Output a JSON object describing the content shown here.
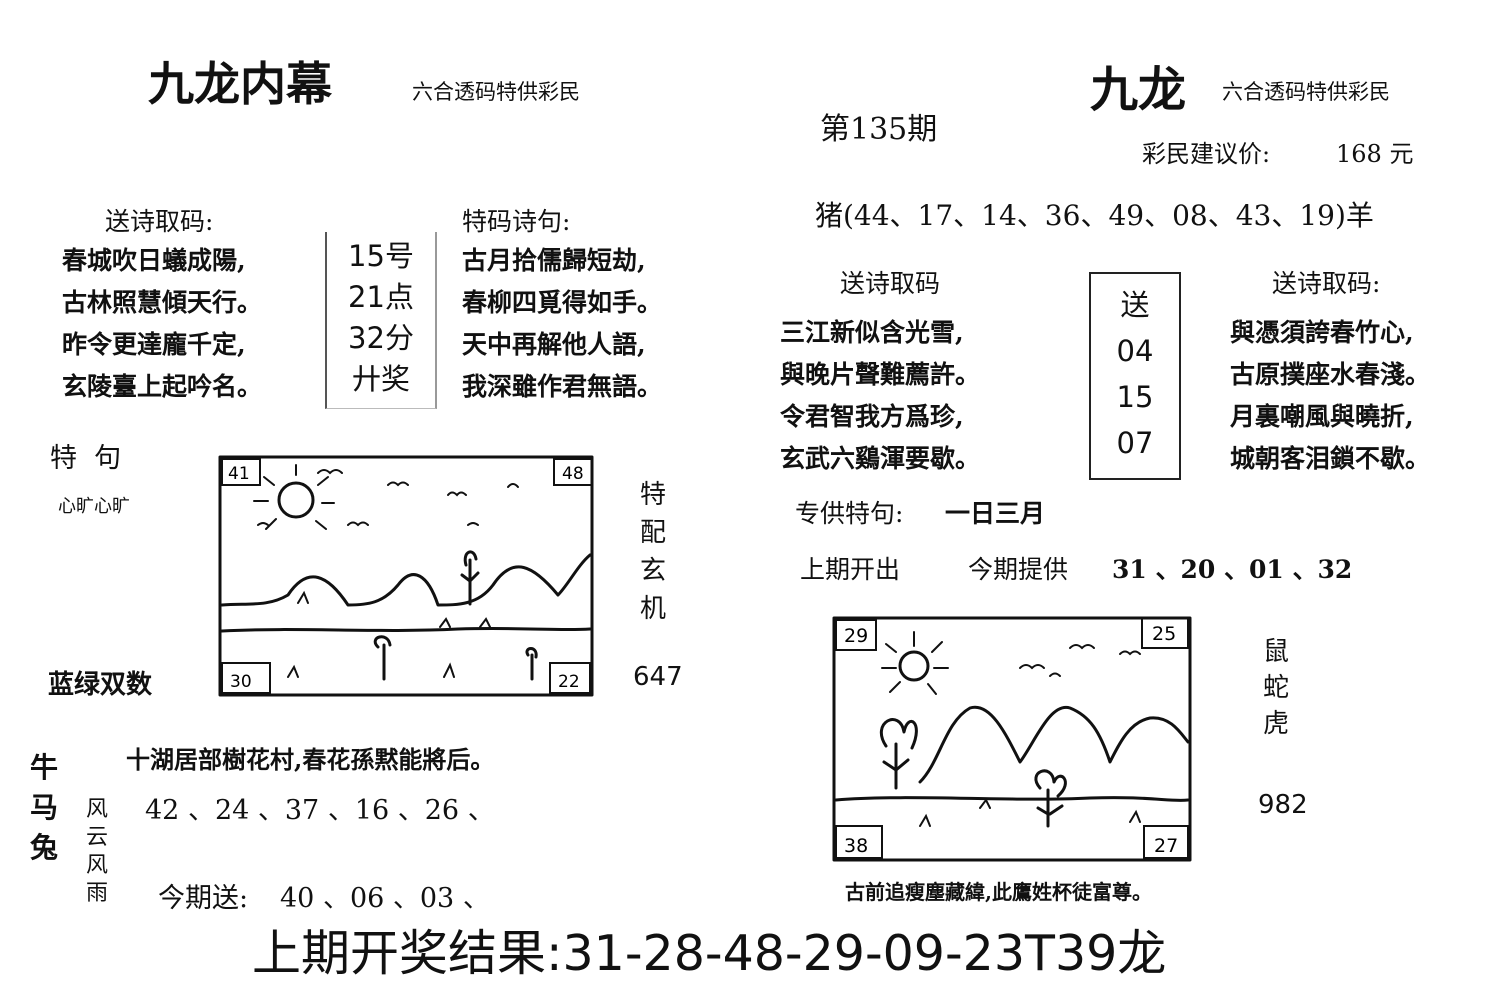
{
  "left": {
    "title": "九龙内幕",
    "subtitle": "六合透码特供彩民",
    "poem_a": {
      "heading": "送诗取码:",
      "lines": [
        "春城吹日蟻成陽,",
        "古林照慧傾天行。",
        "昨令更達龐千定,",
        "玄陵臺上起吟名。"
      ]
    },
    "middle_box": [
      "15号",
      "21点",
      "32分",
      "廾奖"
    ],
    "poem_b": {
      "heading": "特码诗句:",
      "lines": [
        "古月拾儒歸短劫,",
        "春柳四覓得如手。",
        "天中再解他人語,",
        "我深雖作君無語。"
      ]
    },
    "tejv": "特  句",
    "tejv_text": "心旷心旷",
    "side_vertical": [
      "特",
      "配",
      "玄",
      "机"
    ],
    "lanlv": "蓝绿双数",
    "num647": "647",
    "picture_corners": {
      "tl": "41",
      "tr": "48",
      "bl": "30",
      "br": "22"
    },
    "zodiac_vertical": [
      "牛",
      "马",
      "兔"
    ],
    "fengyun_vertical": [
      "风",
      "云",
      "风",
      "雨"
    ],
    "poem_line": "十湖居部樹花村,春花孫黙能將后。",
    "numbers_line": "42 、24 、37 、16 、26 、",
    "jinqi_label": "今期送:",
    "jinqi_numbers": "40 、06 、03 、"
  },
  "right": {
    "title": "九龙",
    "subtitle": "六合透码特供彩民",
    "issue": "第135期",
    "price_label": "彩民建议价:",
    "price_value": "168 元",
    "pig_line": "猪(44、17、14、36、49、08、43、19)羊",
    "poem_a": {
      "heading": "送诗取码",
      "lines": [
        "三江新似含光雪,",
        "與晚片聲難薦許。",
        "令君智我方爲珍,",
        "玄武六鷄渾要歇。"
      ]
    },
    "send_box": [
      "送",
      "04",
      "15",
      "07"
    ],
    "poem_b": {
      "heading": "送诗取码:",
      "lines": [
        "與憑須誇春竹心,",
        "古原撲座水春淺。",
        "月裏嘲風與曉折,",
        "城朝客泪鎖不歇。"
      ]
    },
    "zhuangong_label": "专供特句:",
    "zhuangong_value": "一日三月",
    "last_label": "上期开出",
    "provide_label": "今期提供",
    "provide_numbers": "31 、20 、01 、32",
    "picture_corners": {
      "tl": "29",
      "tr": "25",
      "bl": "38",
      "br": "27"
    },
    "zodiac_vertical": [
      "鼠",
      "蛇",
      "虎"
    ],
    "num982": "982",
    "bottom_poem": "古前追瘦塵藏緯,此鷹姓杯徒富尊。"
  },
  "result_line": "上期开奖结果:31-28-48-29-09-23T39龙"
}
